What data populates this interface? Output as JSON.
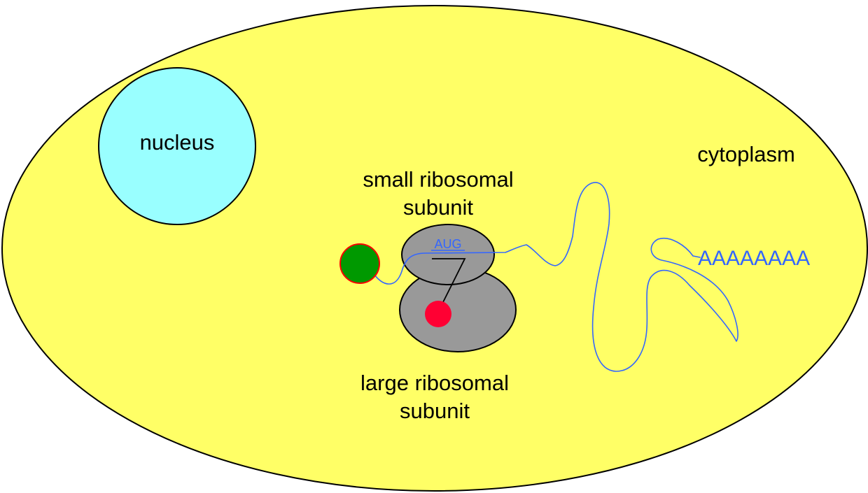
{
  "labels": {
    "nucleus": "nucleus",
    "cytoplasm": "cytoplasm",
    "small_subunit_line1": "small ribosomal",
    "small_subunit_line2": "subunit",
    "large_subunit_line1": "large ribosomal",
    "large_subunit_line2": "subunit",
    "start_codon": "AUG",
    "poly_a_tail": "AAAAAAAA"
  },
  "colors": {
    "cell": "#FFFF66",
    "nucleus": "#99FFFF",
    "ribosome": "#999999",
    "mrna": "#3366FF",
    "cap": "#009900",
    "cap_outline": "#FF0000",
    "amino_acid": "#FF0033"
  }
}
